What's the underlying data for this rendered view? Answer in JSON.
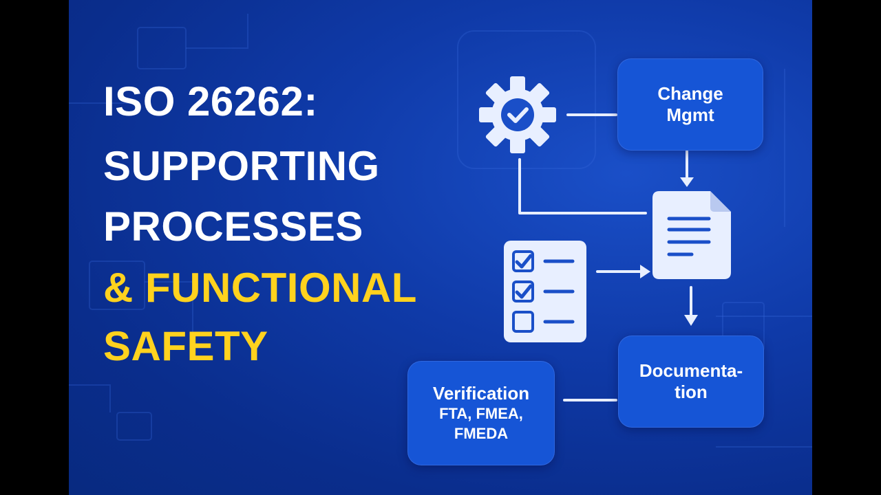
{
  "title": {
    "line1": "ISO 26262:",
    "line2": "SUPPORTING",
    "line3": "PROCESSES",
    "line4": "& FUNCTIONAL",
    "line5": "SAFETY"
  },
  "nodes": {
    "change": {
      "line1": "Change",
      "line2": "Mgmt"
    },
    "documentation": {
      "line1": "Documenta-",
      "line2": "tion"
    },
    "verification": {
      "line1": "Verification",
      "line2": "FTA, FMEA,",
      "line3": "FMEDA"
    }
  },
  "icons": {
    "gear": "gear-check-icon",
    "document": "document-icon",
    "checklist": "checklist-icon"
  },
  "colors": {
    "background": "#0f3aa8",
    "box": "#1655d6",
    "title_white": "#ffffff",
    "title_yellow": "#ffd21e",
    "icon_fill": "#e8efff",
    "icon_ink": "#1a4fc8"
  }
}
